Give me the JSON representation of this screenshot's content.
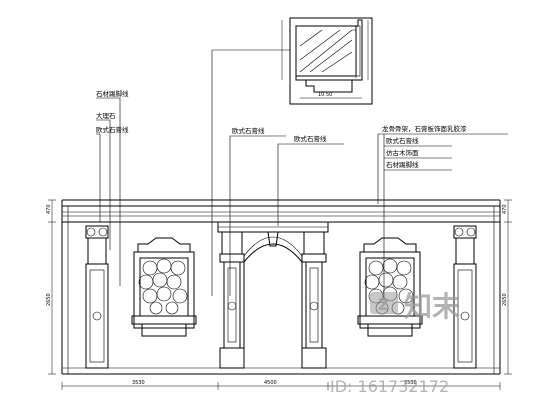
{
  "annotations": {
    "left_1": "石材踢脚线",
    "left_2": "大理石",
    "left_3": "欧式石膏线",
    "center_1": "欧式石膏线",
    "center_2": "欧式石膏线",
    "right_1": "龙骨骨架，石膏板饰面乳胶漆",
    "right_2": "欧式石膏线",
    "right_3": "仿古木饰面",
    "right_4": "石材踢脚线"
  },
  "dimensions": {
    "left_top": "470",
    "left_total": "2650",
    "right_top": "470",
    "right_total": "2650",
    "bottom_segments": [
      "3530",
      "4500",
      "3530"
    ]
  },
  "watermark": {
    "brand": "知末",
    "id_text": "ID: 161732172"
  }
}
